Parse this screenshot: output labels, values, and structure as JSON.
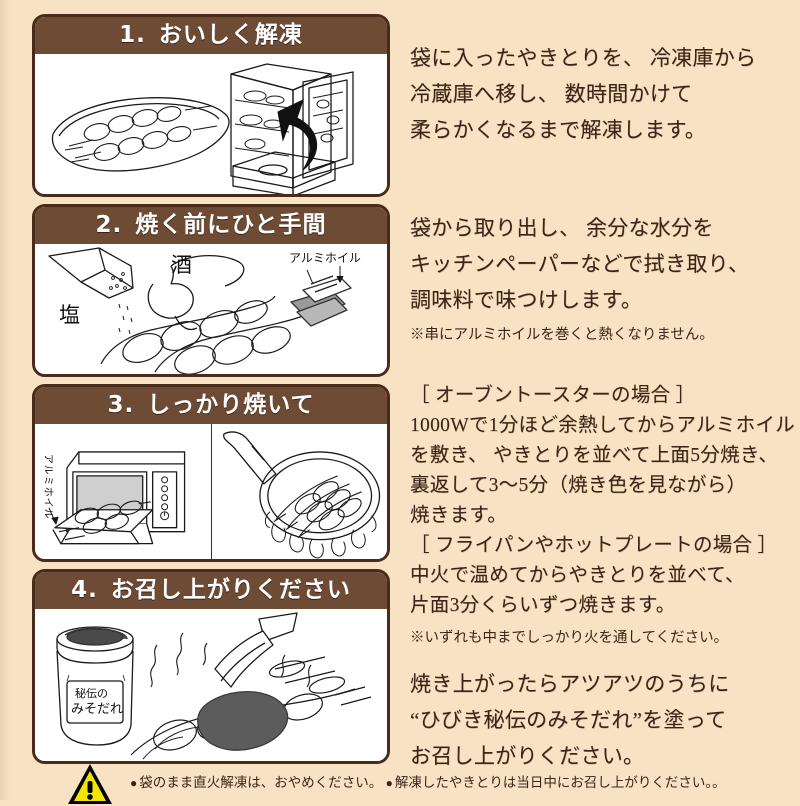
{
  "colors": {
    "page_bg": "#F7E3C3",
    "panel_header_bg": "#6E4B34",
    "panel_border": "#4A2A18",
    "panel_bg": "#FFFFFF",
    "text": "#3B2417",
    "caution_triangle": "#F5E400",
    "caution_outline": "#000000"
  },
  "steps": [
    {
      "number": "1.",
      "title": "おいしく解凍",
      "illustration_labels": [],
      "text_lines": [
        "袋に入ったやきとりを、 冷凍庫から",
        "冷蔵庫へ移し、 数時間かけて",
        "柔らかくなるまで解凍します。"
      ],
      "notes": []
    },
    {
      "number": "2.",
      "title": "焼く前にひと手間",
      "illustration_labels": [
        "塩",
        "酒",
        "アルミホイル"
      ],
      "text_lines": [
        "袋から取り出し、 余分な水分を",
        "キッチンペーパーなどで拭き取り、",
        "調味料で味つけします。"
      ],
      "notes": [
        "※串にアルミホイルを巻くと熱くなりません。"
      ]
    },
    {
      "number": "3.",
      "title": "しっかり焼いて",
      "illustration_labels": [
        "アルミホイル"
      ],
      "text_lines": [
        "［ オーブントースターの場合 ］",
        "1000Wで1分ほど余熱してからアルミホイル",
        "を敷き、 やきとりを並べて上面5分焼き、",
        "裏返して3〜5分（焼き色を見ながら）",
        "焼きます。",
        "［ フライパンやホットプレートの場合 ］",
        "中火で温めてからやきとりを並べて、",
        "片面3分くらいずつ焼きます。"
      ],
      "notes": [
        "※いずれも中までしっかり火を通してください。"
      ]
    },
    {
      "number": "4.",
      "title": "お召し上がりください",
      "illustration_labels": [
        "秘伝の",
        "みそだれ"
      ],
      "text_lines": [
        "焼き上がったらアツアツのうちに",
        "“ひびき秘伝のみそだれ”を塗って",
        "お召し上がりください。"
      ],
      "notes": []
    }
  ],
  "caution": {
    "icon": "warning-triangle-icon",
    "items": [
      "袋のまま直火解凍は、おやめください。",
      "解凍したやきとりは当日中にお召し上がりください。。"
    ],
    "bullet": "●"
  }
}
